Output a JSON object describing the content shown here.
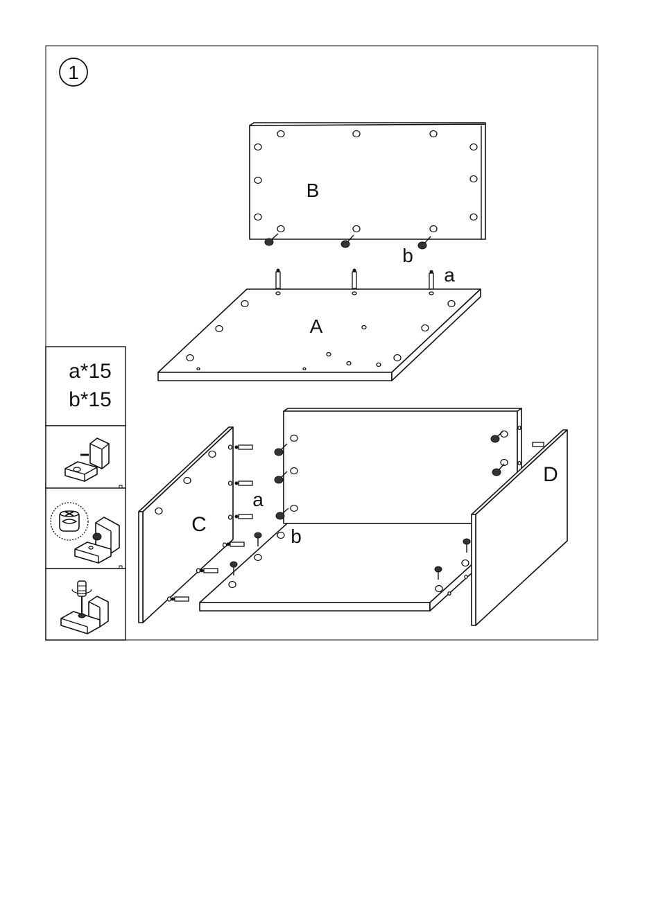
{
  "step_number": "1",
  "panel_labels": {
    "b": "B",
    "a": "A",
    "c": "C",
    "d": "D"
  },
  "hardware_labels": {
    "b_top": "b",
    "a_top": "a",
    "a_bottom": "a",
    "b_bottom": "b"
  },
  "parts_list": [
    {
      "label": "a*15"
    },
    {
      "label": "b*15"
    }
  ],
  "colors": {
    "line": "#111111",
    "background": "#ffffff"
  },
  "icons": [
    "cam-lock-detail-icon",
    "dowel-insert-icon",
    "screwdriver-tighten-icon",
    "down-arrow-icon"
  ]
}
